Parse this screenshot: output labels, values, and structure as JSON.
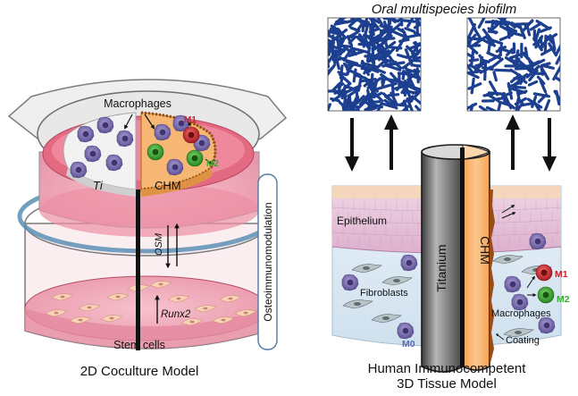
{
  "labels": {
    "biofilm_title": "Oral multispecies biofilm",
    "macrophages_top": "Macrophages",
    "m1": "M1",
    "m2": "M2",
    "ti": "Ti",
    "chm": "CHM",
    "osm": "OSM",
    "runx2": "Runx2",
    "stem_cells": "Stem cells",
    "osteoimmunomodulation": "Osteoimmunomodulation",
    "coculture_caption": "2D Coculture Model",
    "epithelium": "Epithelium",
    "titanium": "Titanium",
    "chm_implant": "CHM",
    "fibroblasts": "Fibroblasts",
    "macrophages_right": "Macrophages",
    "m1_right": "M1",
    "m2_right": "M2",
    "m0": "M0",
    "coating": "Coating",
    "tissue_caption_line1": "Human Immunocompetent",
    "tissue_caption_line2": "3D Tissue Model"
  },
  "colors": {
    "dish_pink": "#e46a82",
    "well_pink": "#f2a3b4",
    "macrophage": "#7567a8",
    "m1_red": "#c8262b",
    "m2_green": "#39a935",
    "chm_orange": "#f9b36b",
    "biofilm_blue": "#1c3f8f",
    "epithelium": "#e5b6d4",
    "titanium_gray": "#8a8a8a"
  }
}
